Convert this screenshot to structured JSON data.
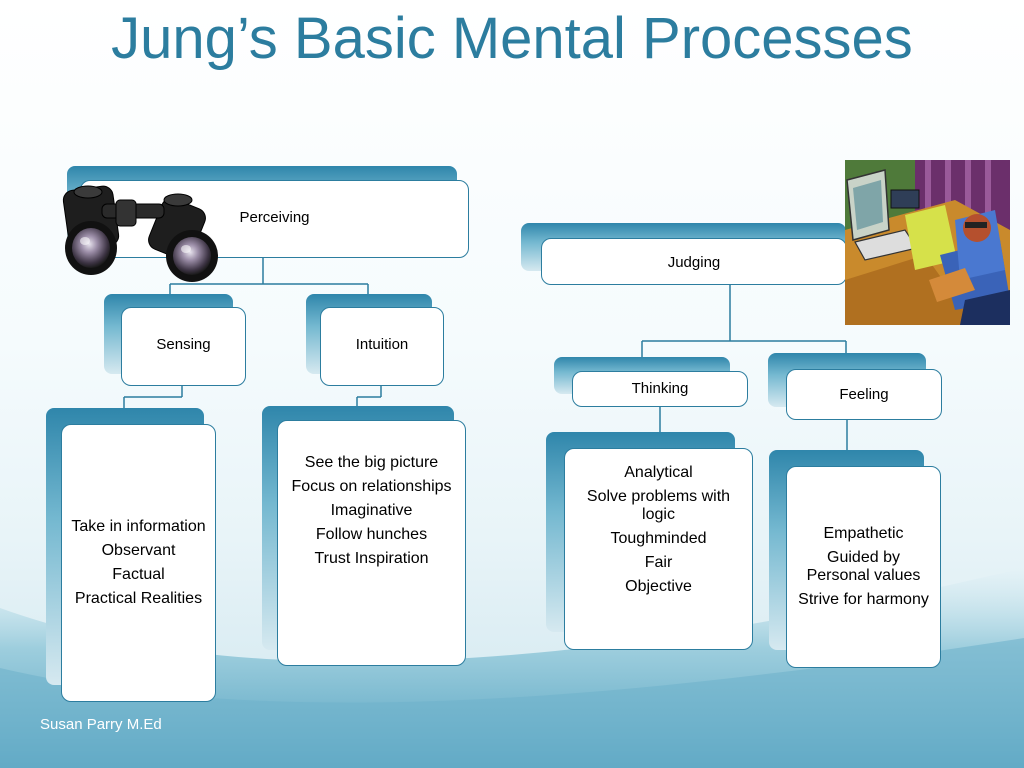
{
  "title": "Jung’s Basic Mental Processes",
  "footer": "Susan Parry M.Ed",
  "perceiving": {
    "label": "Perceiving",
    "sensing": {
      "label": "Sensing",
      "traits": [
        "Take in information",
        "Observant",
        "Factual",
        "Practical Realities"
      ]
    },
    "intuition": {
      "label": "Intuition",
      "traits": [
        "See the big picture",
        "Focus on relationships",
        "Imaginative",
        "Follow hunches",
        "Trust Inspiration"
      ]
    }
  },
  "judging": {
    "label": "Judging",
    "thinking": {
      "label": "Thinking",
      "traits": [
        "Analytical",
        "Solve problems with logic",
        "Toughminded",
        "Fair",
        "Objective"
      ]
    },
    "feeling": {
      "label": "Feeling",
      "traits": [
        "Empathetic",
        "Guided by Personal values",
        "Strive for harmony"
      ]
    }
  },
  "colors": {
    "accent": "#2c7d9f",
    "tab_dark": "#2f86ab",
    "background": "#f5fbfd"
  },
  "icons": {
    "perceiving": "binoculars-clipart",
    "judging": "man-at-computer-clipart"
  }
}
